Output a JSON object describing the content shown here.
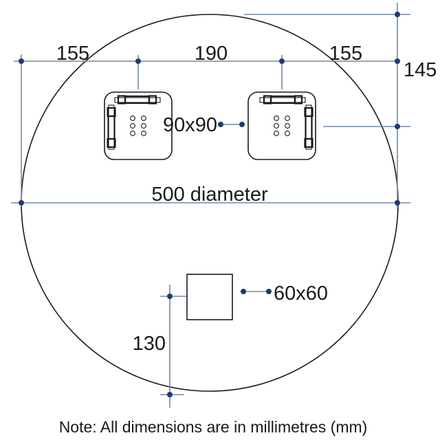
{
  "diagram": {
    "note": "Note: All dimensions are in millimetres (mm)",
    "labels": {
      "dim_left_offset": "155",
      "dim_center_spacing": "190",
      "dim_right_offset": "155",
      "dim_top_offset": "145",
      "dim_diameter": "500 diameter",
      "dim_socket_size": "90x90",
      "dim_cutout_size": "60x60",
      "dim_bottom_offset": "130"
    },
    "units": "mm",
    "colors": {
      "background": "#ffffff",
      "ink": "#1a1a1a",
      "dim_line": "#7089a6",
      "dim_dot": "#1d3c6d"
    }
  }
}
